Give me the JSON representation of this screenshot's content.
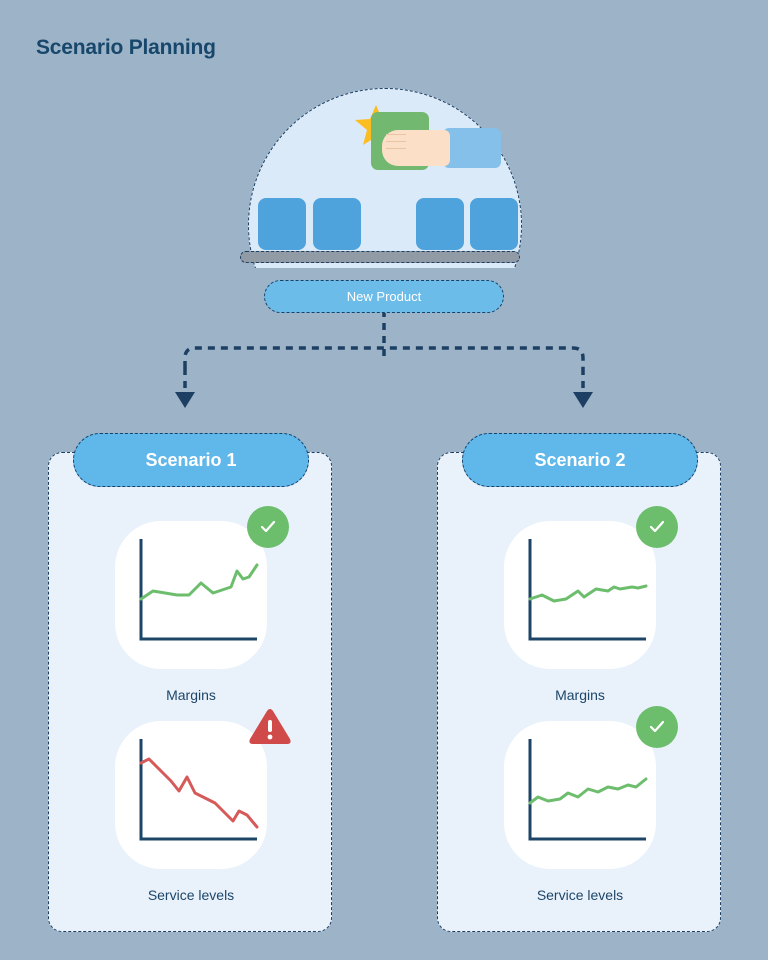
{
  "page": {
    "title": "Scenario Planning",
    "background_color": "#9db3c8",
    "title_color": "#17476b"
  },
  "hero": {
    "name": "new-product-illustration",
    "label": "New Product",
    "icons": {
      "star": "star-icon",
      "box": "green-box-icon",
      "hand": "hand-icon",
      "sleeve": "sleeve-icon",
      "shelf": "shelf-icon"
    },
    "colors": {
      "dome": "#dbeaf8",
      "pill": "#6cbcea",
      "box_green": "#72b870",
      "star_yellow": "#fbbd20",
      "shelf_box_blue": "#4fa3dd",
      "shelf_bar_gray": "#919ba5",
      "skin": "#fbdfc6",
      "sleeve_blue": "#85c0ea"
    }
  },
  "connector": {
    "name": "branching-arrows",
    "color": "#1c3f63",
    "style": "dashed"
  },
  "scenarios": [
    {
      "title": "Scenario 1",
      "metrics": [
        {
          "label": "Margins",
          "status": "ok",
          "status_icon": "check-circle-icon",
          "status_color": "#6cbd6c",
          "trend": "up",
          "line_color": "#6cbd6c"
        },
        {
          "label": "Service levels",
          "status": "warning",
          "status_icon": "warning-triangle-icon",
          "status_color": "#d04a4a",
          "trend": "down",
          "line_color": "#d65a5a"
        }
      ]
    },
    {
      "title": "Scenario 2",
      "metrics": [
        {
          "label": "Margins",
          "status": "ok",
          "status_icon": "check-circle-icon",
          "status_color": "#6cbd6c",
          "trend": "flat-up",
          "line_color": "#6cbd6c"
        },
        {
          "label": "Service levels",
          "status": "ok",
          "status_icon": "check-circle-icon",
          "status_color": "#6cbd6c",
          "trend": "flat-up",
          "line_color": "#6cbd6c"
        }
      ]
    }
  ],
  "chart_data": [
    {
      "type": "line",
      "title": "Scenario 1 — Margins",
      "trend": "rising",
      "x": [
        0,
        1,
        2,
        3,
        4,
        5,
        6,
        7,
        8,
        9,
        10,
        11,
        12
      ],
      "values": [
        30,
        37,
        36,
        35,
        35,
        43,
        37,
        40,
        41,
        52,
        47,
        48,
        58
      ],
      "ylim": [
        0,
        100
      ],
      "grid": false,
      "legend": "none",
      "line_color": "#6cbd6c",
      "axis_color": "#1d4568"
    },
    {
      "type": "line",
      "title": "Scenario 1 — Service levels",
      "trend": "falling",
      "x": [
        0,
        1,
        2,
        3,
        4,
        5,
        6,
        7,
        8,
        9,
        10,
        11,
        12
      ],
      "values": [
        72,
        74,
        66,
        58,
        50,
        60,
        47,
        44,
        40,
        33,
        28,
        36,
        30,
        22
      ],
      "ylim": [
        0,
        100
      ],
      "grid": false,
      "legend": "none",
      "line_color": "#d65a5a",
      "axis_color": "#1d4568"
    },
    {
      "type": "line",
      "title": "Scenario 2 — Margins",
      "trend": "flat-rising",
      "x": [
        0,
        1,
        2,
        3,
        4,
        5,
        6,
        7,
        8,
        9,
        10,
        11,
        12
      ],
      "values": [
        32,
        34,
        31,
        32,
        36,
        34,
        38,
        41,
        39,
        41,
        40,
        41,
        42
      ],
      "ylim": [
        0,
        100
      ],
      "grid": false,
      "legend": "none",
      "line_color": "#6cbd6c",
      "axis_color": "#1d4568"
    },
    {
      "type": "line",
      "title": "Scenario 2 — Service levels",
      "trend": "flat-rising",
      "x": [
        0,
        1,
        2,
        3,
        4,
        5,
        6,
        7,
        8,
        9,
        10,
        11,
        12
      ],
      "values": [
        30,
        36,
        32,
        33,
        37,
        35,
        41,
        39,
        42,
        41,
        43,
        42,
        48
      ],
      "ylim": [
        0,
        100
      ],
      "grid": false,
      "legend": "none",
      "line_color": "#6cbd6c",
      "axis_color": "#1d4568"
    }
  ]
}
